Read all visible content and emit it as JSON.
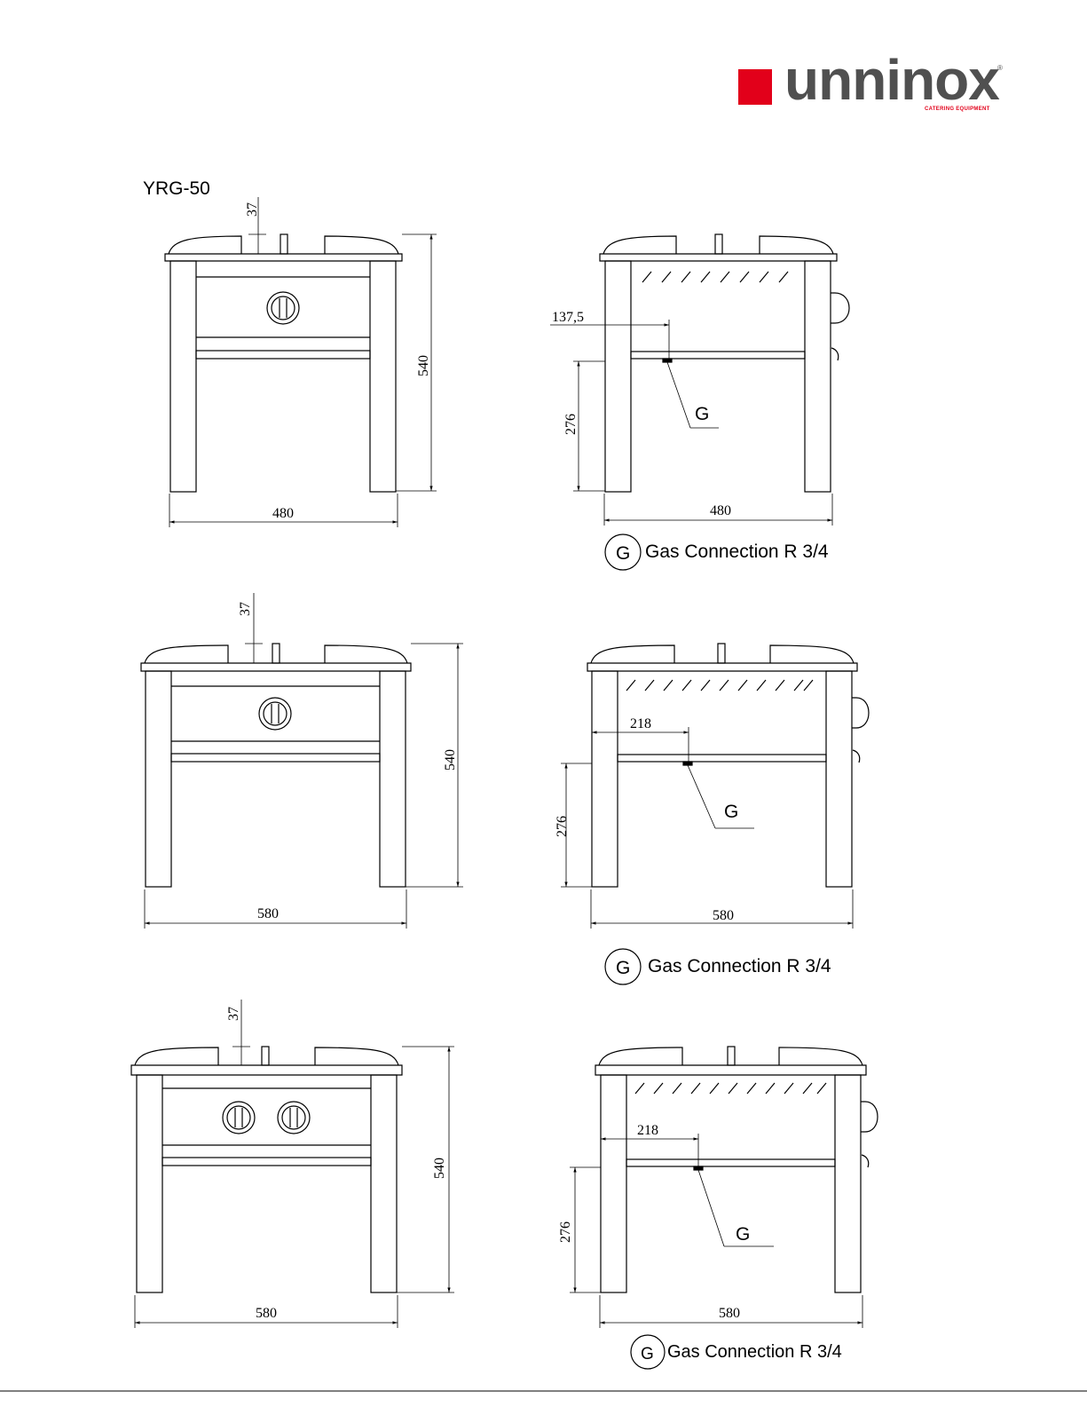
{
  "brand": {
    "name": "unninox",
    "registered": "®",
    "tagline": "CATERING EQUIPMENT",
    "color": "#e2001a"
  },
  "model": "YRG-50",
  "legend": {
    "symbol": "G",
    "text": "Gas Connection R 3/4"
  },
  "drawings": [
    {
      "front": {
        "top": "37",
        "height": "540",
        "width": "480"
      },
      "side": {
        "offset": "137,5",
        "low": "276",
        "width": "480",
        "marker": "G"
      }
    },
    {
      "front": {
        "top": "37",
        "height": "540",
        "width": "580"
      },
      "side": {
        "offset": "218",
        "low": "276",
        "width": "580",
        "marker": "G"
      }
    },
    {
      "front": {
        "top": "37",
        "height": "540",
        "width": "580"
      },
      "side": {
        "offset": "218",
        "low": "276",
        "width": "580",
        "marker": "G"
      }
    }
  ]
}
